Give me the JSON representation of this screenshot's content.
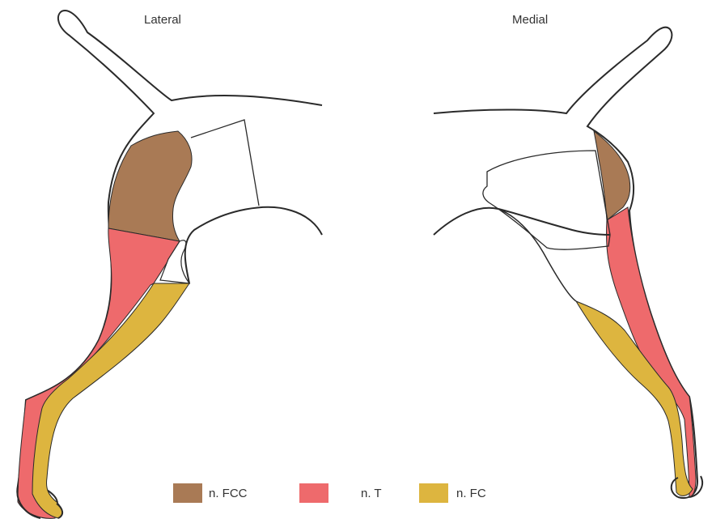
{
  "labels": {
    "lateral": "Lateral",
    "medial": "Medial"
  },
  "legend": [
    {
      "label": "n. FCC",
      "color": "#a97a55"
    },
    {
      "label": "n. T",
      "color": "#ee6a6c"
    },
    {
      "label": "n. FC",
      "color": "#ddb53f"
    }
  ],
  "colors": {
    "outline": "#2a2a2a",
    "background": "#ffffff"
  }
}
